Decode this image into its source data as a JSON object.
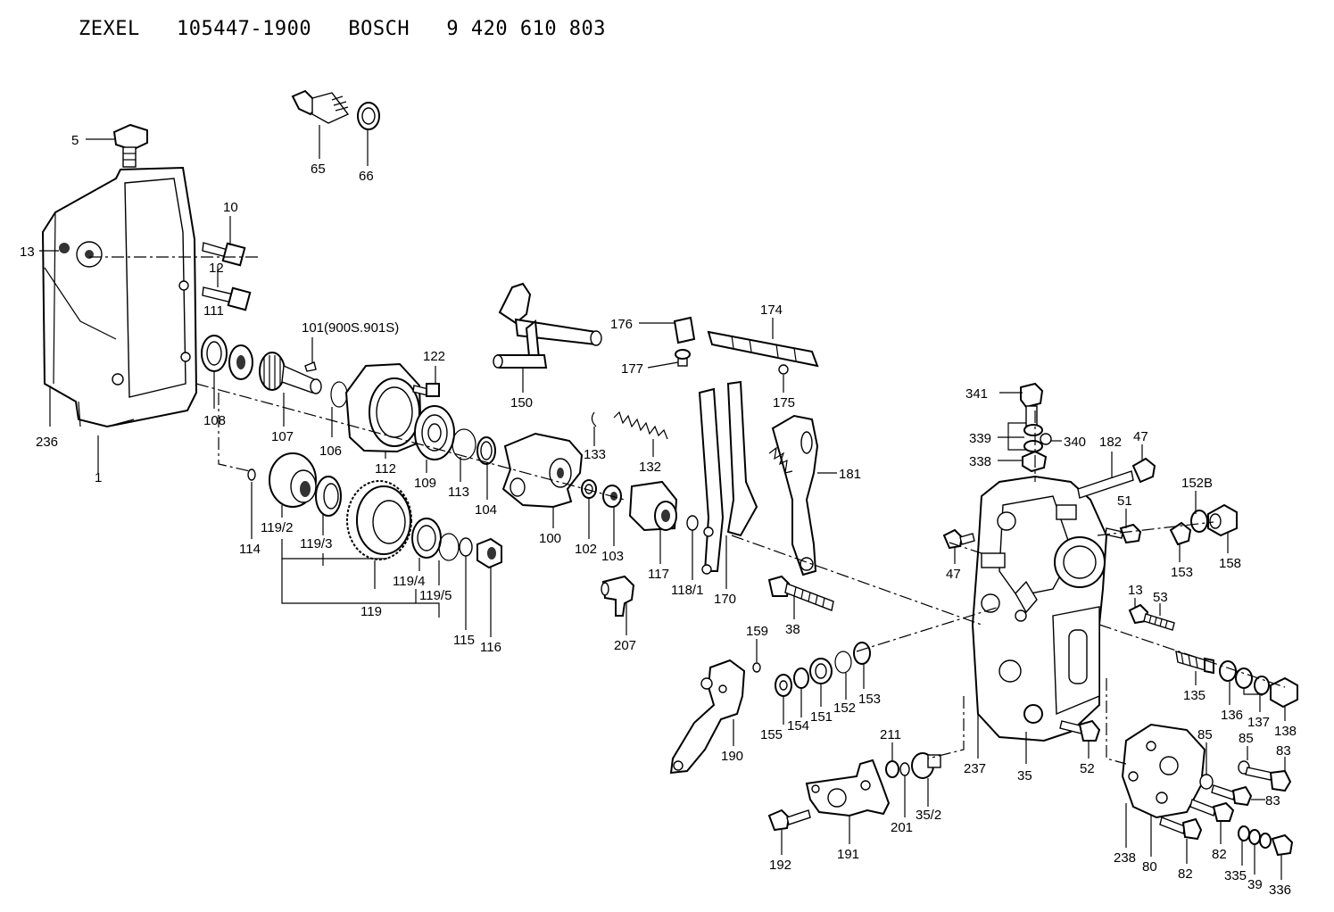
{
  "header": {
    "title": "ZEXEL   105447-1900   BOSCH   9 420 610 803"
  },
  "labels": {
    "l5": "5",
    "l13a": "13",
    "l10": "10",
    "l12": "12",
    "l111": "111",
    "l236": "236",
    "l1": "1",
    "l108": "108",
    "l107": "107",
    "l106": "106",
    "l101": "101(900S.901S)",
    "l122": "122",
    "l112": "112",
    "l109": "109",
    "l113": "113",
    "l104": "104",
    "l114": "114",
    "l119_2": "119/2",
    "l119_3": "119/3",
    "l119": "119",
    "l119_4": "119/4",
    "l119_5": "119/5",
    "l115": "115",
    "l116": "116",
    "l65": "65",
    "l66": "66",
    "l150": "150",
    "l133": "133",
    "l132": "132",
    "l100": "100",
    "l102": "102",
    "l103": "103",
    "l117": "117",
    "l118_1": "118/1",
    "l170": "170",
    "l207": "207",
    "l176": "176",
    "l177": "177",
    "l174": "174",
    "l175": "175",
    "l181": "181",
    "l38": "38",
    "l159": "159",
    "l190": "190",
    "l155": "155",
    "l154": "154",
    "l151": "151",
    "l152": "152",
    "l153a": "153",
    "l211": "211",
    "l201": "201",
    "l35_2": "35/2",
    "l191": "191",
    "l192": "192",
    "l237": "237",
    "l35": "35",
    "l52": "52",
    "l341": "341",
    "l339": "339",
    "l340": "340",
    "l338": "338",
    "l182": "182",
    "l47a": "47",
    "l47b": "47",
    "l51": "51",
    "l152B": "152B",
    "l153b": "153",
    "l158": "158",
    "l13b": "13",
    "l53": "53",
    "l135": "135",
    "l136": "136",
    "l137": "137",
    "l138": "138",
    "l85a": "85",
    "l85b": "85",
    "l83a": "83",
    "l83b": "83",
    "l238": "238",
    "l80": "80",
    "l82a": "82",
    "l82b": "82",
    "l335": "335",
    "l39": "39",
    "l336": "336"
  }
}
